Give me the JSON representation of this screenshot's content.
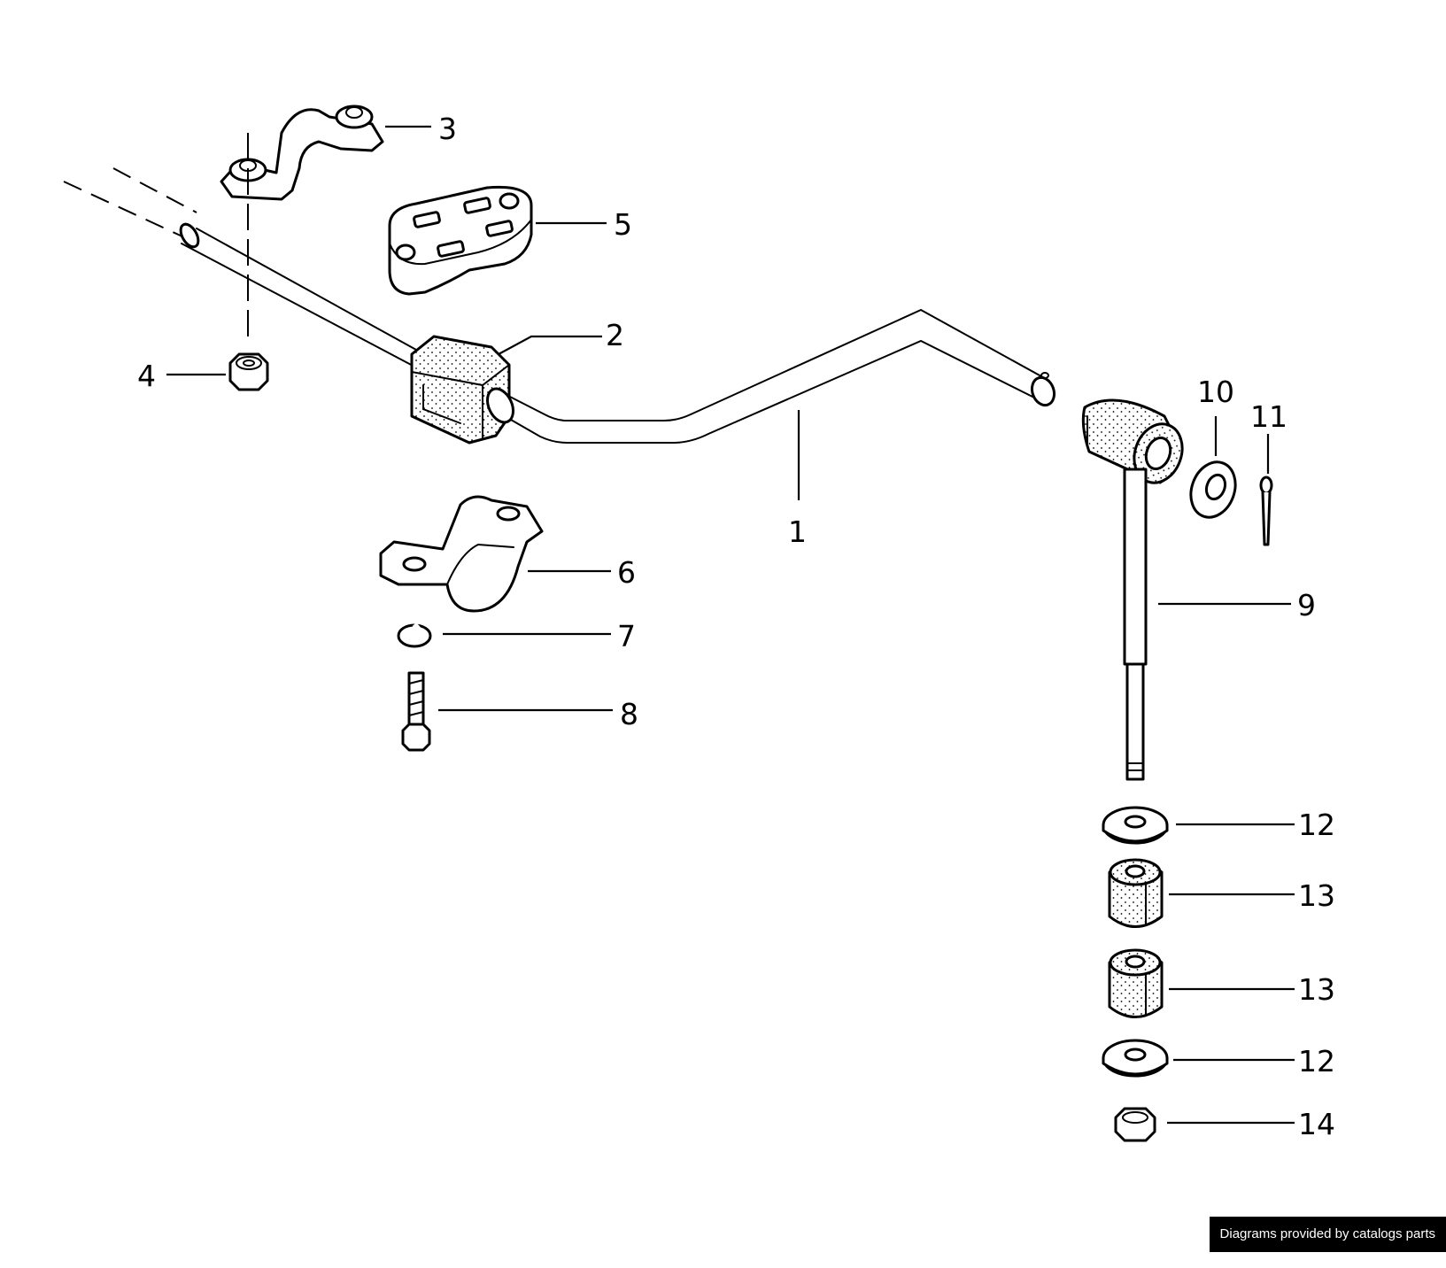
{
  "callouts": [
    {
      "id": "1",
      "label": "1"
    },
    {
      "id": "2",
      "label": "2"
    },
    {
      "id": "3",
      "label": "3"
    },
    {
      "id": "4",
      "label": "4"
    },
    {
      "id": "5",
      "label": "5"
    },
    {
      "id": "6",
      "label": "6"
    },
    {
      "id": "7",
      "label": "7"
    },
    {
      "id": "8",
      "label": "8"
    },
    {
      "id": "9",
      "label": "9"
    },
    {
      "id": "10",
      "label": "10"
    },
    {
      "id": "11",
      "label": "11"
    },
    {
      "id": "12a",
      "label": "12"
    },
    {
      "id": "13a",
      "label": "13"
    },
    {
      "id": "13b",
      "label": "13"
    },
    {
      "id": "12b",
      "label": "12"
    },
    {
      "id": "14",
      "label": "14"
    }
  ],
  "credit": "Diagrams provided by catalogs parts"
}
